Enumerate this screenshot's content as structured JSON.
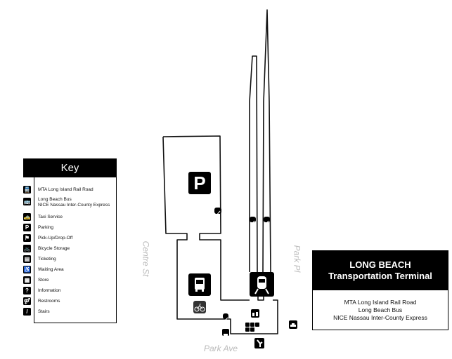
{
  "key": {
    "title": "Key",
    "items": [
      {
        "icon": "train-icon",
        "glyph": "🚆",
        "label": "MTA Long Island Rail Road"
      },
      {
        "icon": "bus-icon",
        "glyph": "🚌",
        "label": "Long Beach Bus",
        "label2": "NICE Nassau Inter-County Express"
      },
      {
        "icon": "taxi-icon",
        "glyph": "🚕",
        "label": "Taxi Service"
      },
      {
        "icon": "parking-icon",
        "glyph": "P",
        "label": "Parking"
      },
      {
        "icon": "pickup-icon",
        "glyph": "⚑",
        "label": "Pick-Up/Drop-Off"
      },
      {
        "icon": "bicycle-icon",
        "glyph": "🚲",
        "label": "Bicycle Storage"
      },
      {
        "icon": "ticketing-icon",
        "glyph": "▤",
        "label": "Ticketing"
      },
      {
        "icon": "waiting-area-icon",
        "glyph": "♿",
        "label": "Waiting Area"
      },
      {
        "icon": "store-icon",
        "glyph": "▦",
        "label": "Store"
      },
      {
        "icon": "information-icon",
        "glyph": "?",
        "label": "Information"
      },
      {
        "icon": "restrooms-icon",
        "glyph": "⚤",
        "label": "Restrooms"
      },
      {
        "icon": "stairs-icon",
        "glyph": "/",
        "label": "Stairs"
      }
    ]
  },
  "title": {
    "line1": "LONG BEACH",
    "line2": "Transportation Terminal",
    "services": [
      "MTA Long Island Rail Road",
      "Long Beach Bus",
      "NICE Nassau Inter-County Express"
    ]
  },
  "streets": {
    "west": "Centre St",
    "east": "Park Pl",
    "south": "Park Ave"
  },
  "map_icons": {
    "parking": "P"
  }
}
